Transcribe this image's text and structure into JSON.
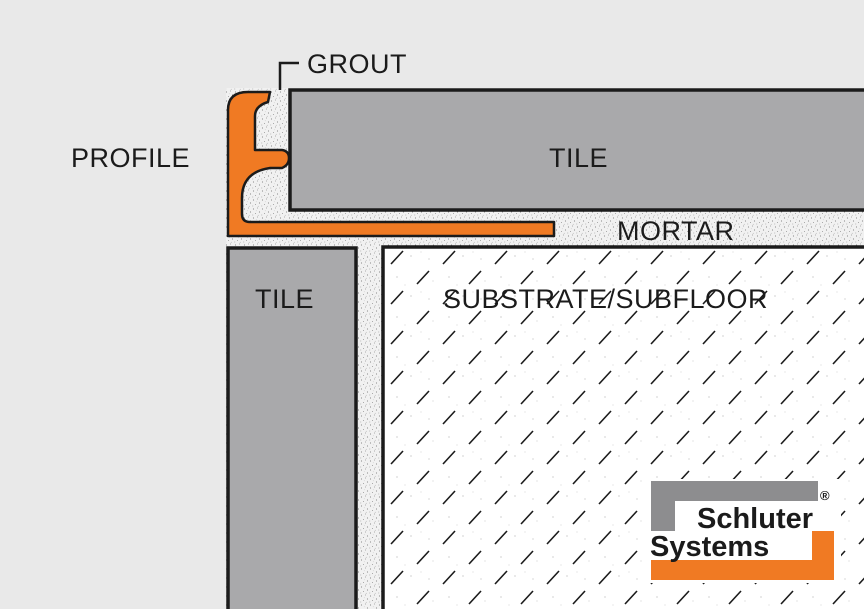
{
  "labels": {
    "grout": "GROUT",
    "profile": "PROFILE",
    "tile_top": "TILE",
    "mortar": "MORTAR",
    "tile_side": "TILE",
    "substrate": "SUBSTRATE/SUBFLOOR"
  },
  "logo": {
    "line1": "Schluter",
    "line2": "Systems",
    "registered": "®"
  },
  "colors": {
    "background": "#e9e9e9",
    "tile": "#a9a9ab",
    "outline": "#1b1b1b",
    "profile": "#f07a23",
    "mortar": "#f1f1f1",
    "substrate": "#ffffff",
    "logo_gray": "#8d8d8f",
    "logo_orange": "#f07a23"
  }
}
